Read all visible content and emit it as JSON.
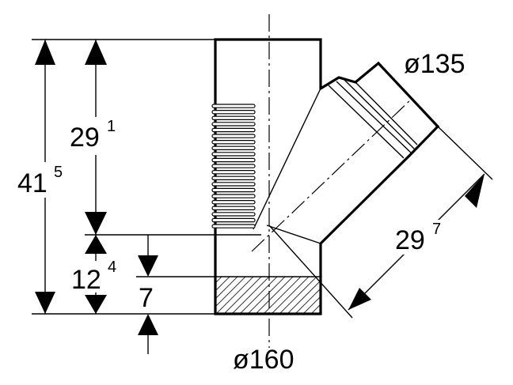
{
  "labels": {
    "overall_height": {
      "main": "41",
      "sup": "5"
    },
    "branch_height": {
      "main": "29",
      "sup": "1"
    },
    "lower_height": {
      "main": "12",
      "sup": "4"
    },
    "insert_depth": {
      "main": "7"
    },
    "branch_length": {
      "main": "29",
      "sup": "7"
    },
    "main_diameter": "ø160",
    "branch_diameter": "ø135"
  },
  "colors": {
    "line": "#000000",
    "background": "#ffffff"
  }
}
